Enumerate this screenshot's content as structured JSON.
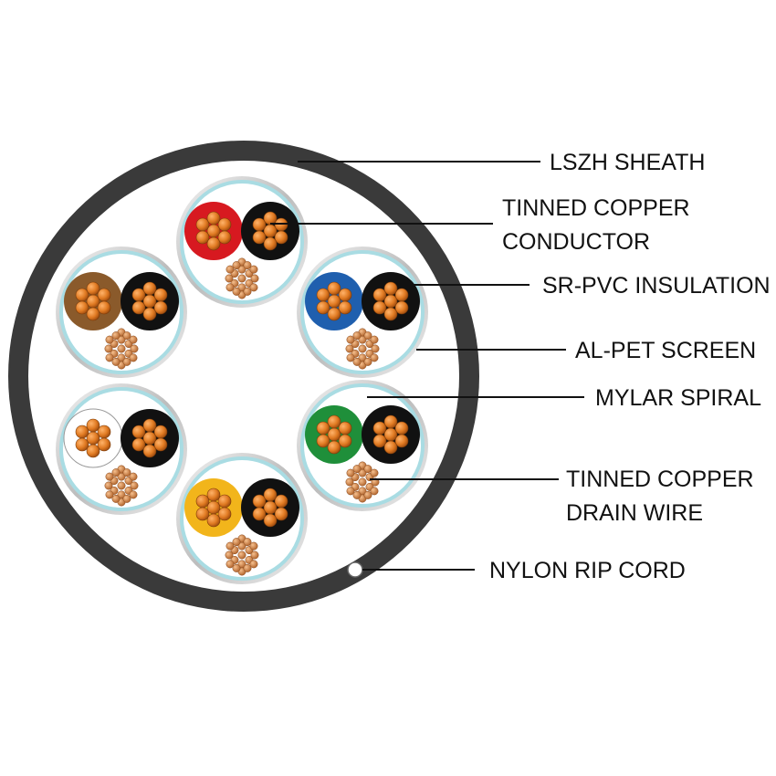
{
  "labels": {
    "sheath": "LSZH SHEATH",
    "conductor_line1": "TINNED COPPER",
    "conductor_line2": "CONDUCTOR",
    "insulation": "SR-PVC INSULATION",
    "screen": "AL-PET SCREEN",
    "spiral": "MYLAR SPIRAL",
    "drain_line1": "TINNED COPPER",
    "drain_line2": "DRAIN WIRE",
    "rip_cord": "NYLON RIP CORD"
  },
  "pairs": [
    {
      "name": "red",
      "color": "#d71920",
      "partner": "#111111"
    },
    {
      "name": "blue",
      "color": "#1f5fae",
      "partner": "#111111"
    },
    {
      "name": "green",
      "color": "#1f8f3a",
      "partner": "#111111"
    },
    {
      "name": "yellow",
      "color": "#f2b51b",
      "partner": "#111111"
    },
    {
      "name": "white",
      "color": "#ffffff",
      "partner": "#111111"
    },
    {
      "name": "brown",
      "color": "#8a5a2b",
      "partner": "#111111"
    }
  ],
  "colors": {
    "sheath": "#3a3a3a",
    "screen": "#a9dce3",
    "copper": "#e07a22",
    "drain_copper": "#d88a4a",
    "background": "#ffffff"
  }
}
